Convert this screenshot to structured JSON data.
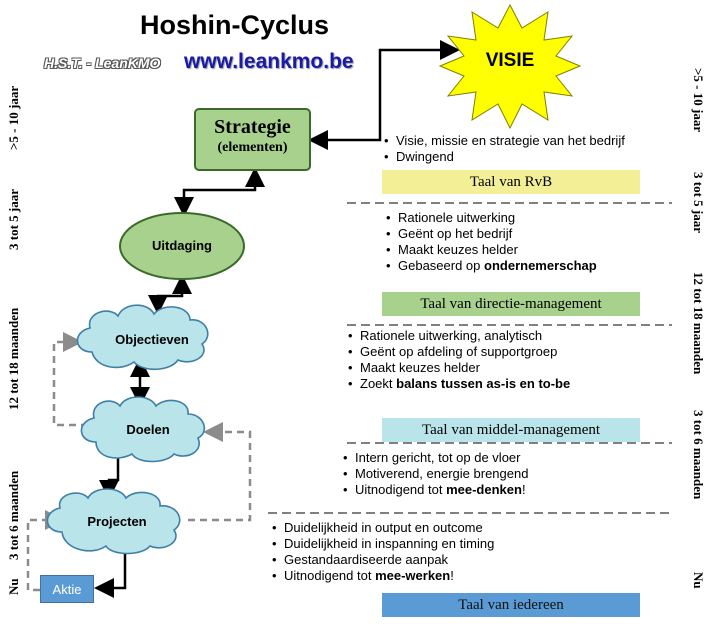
{
  "header": {
    "title": "Hoshin-Cyclus",
    "author": "H.S.T. - LeanKMO",
    "url": "www.leankmo.be"
  },
  "nodes": {
    "visie": "VISIE",
    "strategie_line1": "Strategie",
    "strategie_line2": "(elementen)",
    "uitdaging": "Uitdaging",
    "objectieven": "Objectieven",
    "doelen": "Doelen",
    "projecten": "Projecten",
    "aktie": "Aktie"
  },
  "left_axis": {
    "l1": ">5 - 10 jaar",
    "l2": "3 tot 5 jaar",
    "l3": "12 tot 18 maanden",
    "l4": "3 tot 6 maanden",
    "l5": "Nu"
  },
  "right_axis": {
    "r1": ">5 - 10 jaar",
    "r2": "3 tot 5 jaar",
    "r3": "12 tot 18 maanden",
    "r4": "3 tot 6 maanden",
    "r5": "Nu"
  },
  "levels": {
    "rvb": {
      "bullets": [
        "Visie, missie en strategie van het bedrijf",
        "Dwingend"
      ],
      "band": "Taal van RvB"
    },
    "directie": {
      "b1": "Rationele uitwerking",
      "b2": "Geënt op het bedrijf",
      "b3": "Maakt keuzes helder",
      "b4_plain": "Gebaseerd op ",
      "b4_bold": "ondernemerschap",
      "band": "Taal van directie-management"
    },
    "middel": {
      "b1": "Rationele uitwerking, analytisch",
      "b2": "Geënt op afdeling of supportgroep",
      "b3": "Maakt keuzes helder",
      "b4_plain": "Zoekt ",
      "b4_bold": "balans tussen as-is en to-be",
      "band": "Taal van middel-management"
    },
    "vloer": {
      "b1": "Intern gericht, tot op de vloer",
      "b2": "Motiverend, energie brengend",
      "b3_plain": "Uitnodigend  tot ",
      "b3_bold": "mee-denken",
      "b3_end": "!"
    },
    "iedereen": {
      "b1": "Duidelijkheid  in output en outcome",
      "b2": "Duidelijkheid  in inspanning  en timing",
      "b3": "Gestandaardiseerde aanpak",
      "b4_plain": "Uitnodigend  tot ",
      "b4_bold": "mee-werken",
      "b4_end": "!",
      "band": "Taal van iedereen"
    }
  },
  "colors": {
    "strategie": "#a9d18e",
    "uitdaging": "#a9d18e",
    "cloud": "#b9e4ea",
    "visie_star": "#ffff00",
    "aktie": "#5b9bd5",
    "band_rvb": "#f3ef97",
    "band_directie": "#a9d18e",
    "band_middel": "#b9e4ea",
    "band_iedereen": "#5b9bd5"
  }
}
